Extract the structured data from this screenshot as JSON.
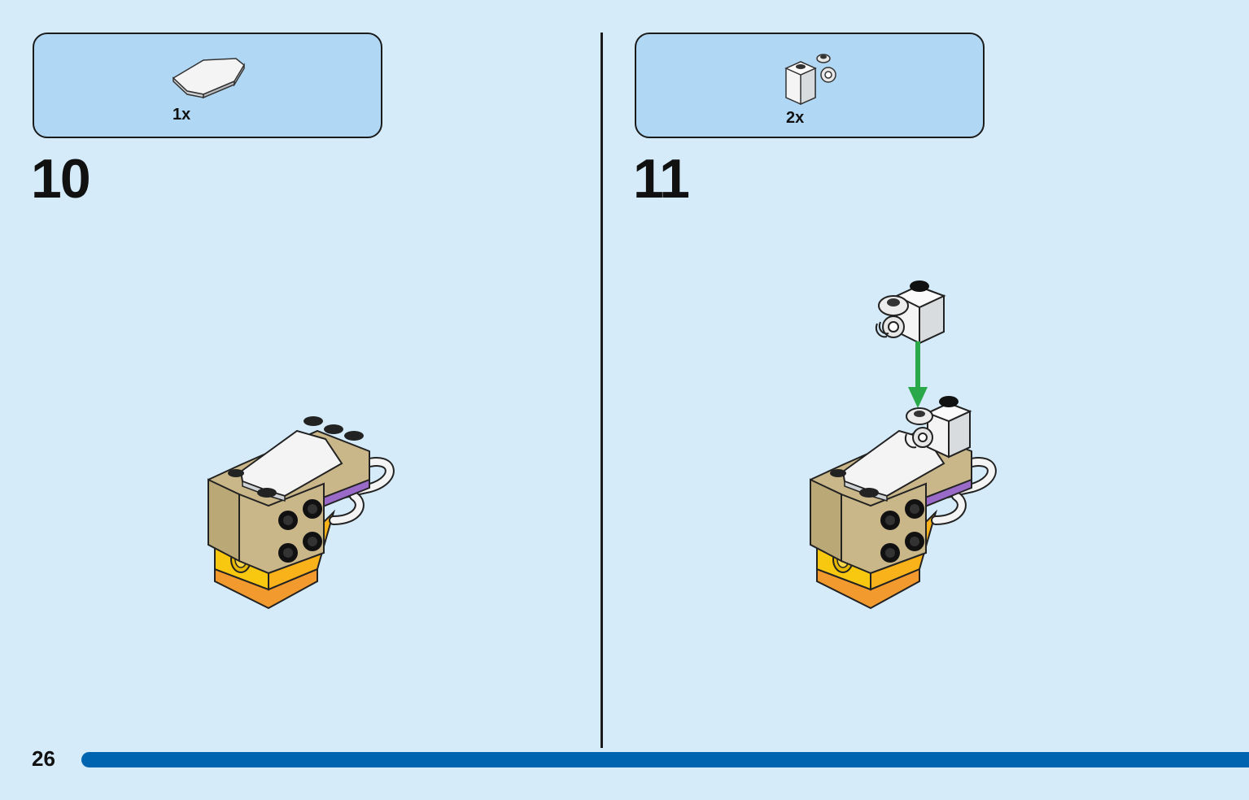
{
  "steps": [
    {
      "number": "10",
      "part_qty": "1x"
    },
    {
      "number": "11",
      "part_qty": "2x"
    }
  ],
  "page": {
    "number": "26"
  },
  "colors": {
    "background": "#d5ebfa",
    "parts_box": "#b0d8f4",
    "progress_bar": "#0064b0",
    "arrow": "#2aa84a",
    "tan": "#c9b78a",
    "purple": "#9a6ac8",
    "yellow": "#f7c80f",
    "orange": "#f29a2e",
    "white_part": "#f4f4f4"
  },
  "icons": {
    "step10_part": "white-wedge-tile-icon",
    "step11_part": "white-clip-brick-icon",
    "assembly_arrow": "green-down-arrow-icon"
  }
}
